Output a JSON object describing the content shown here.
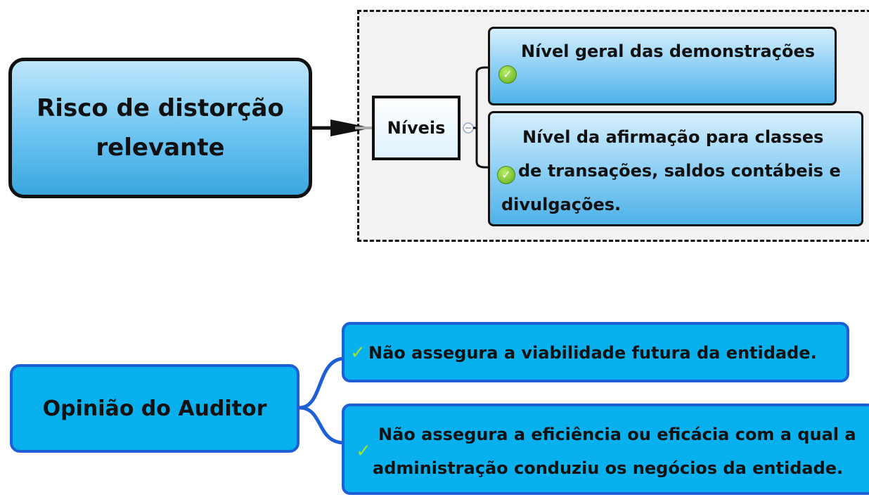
{
  "diagram_top": {
    "main_node": {
      "line1": "Risco de distorção",
      "line2": "relevante"
    },
    "middle_node": "Níveis",
    "levels": [
      {
        "text": "Nível geral das demonstrações",
        "icon": "check-circle-icon"
      },
      {
        "line1": "Nível da afirmação para classes",
        "line2": "de transações, saldos contábeis e",
        "line3": "divulgações.",
        "icon": "check-circle-icon"
      }
    ]
  },
  "diagram_bottom": {
    "main_node": "Opinião do Auditor",
    "items": [
      {
        "text": "Não assegura a viabilidade futura da entidade.",
        "icon": "checkmark-icon"
      },
      {
        "line1": "Não assegura a eficiência ou eficácia com a qual a",
        "line2": "administração conduziu os negócios da entidade.",
        "icon": "checkmark-icon"
      }
    ]
  },
  "colors": {
    "node_blue_top": "#3aa6de",
    "node_blue_bottom": "#08b0ee",
    "bottom_border": "#1e5fd6",
    "check_green": "#9be23a",
    "frame_fill": "#f2f2f2"
  }
}
